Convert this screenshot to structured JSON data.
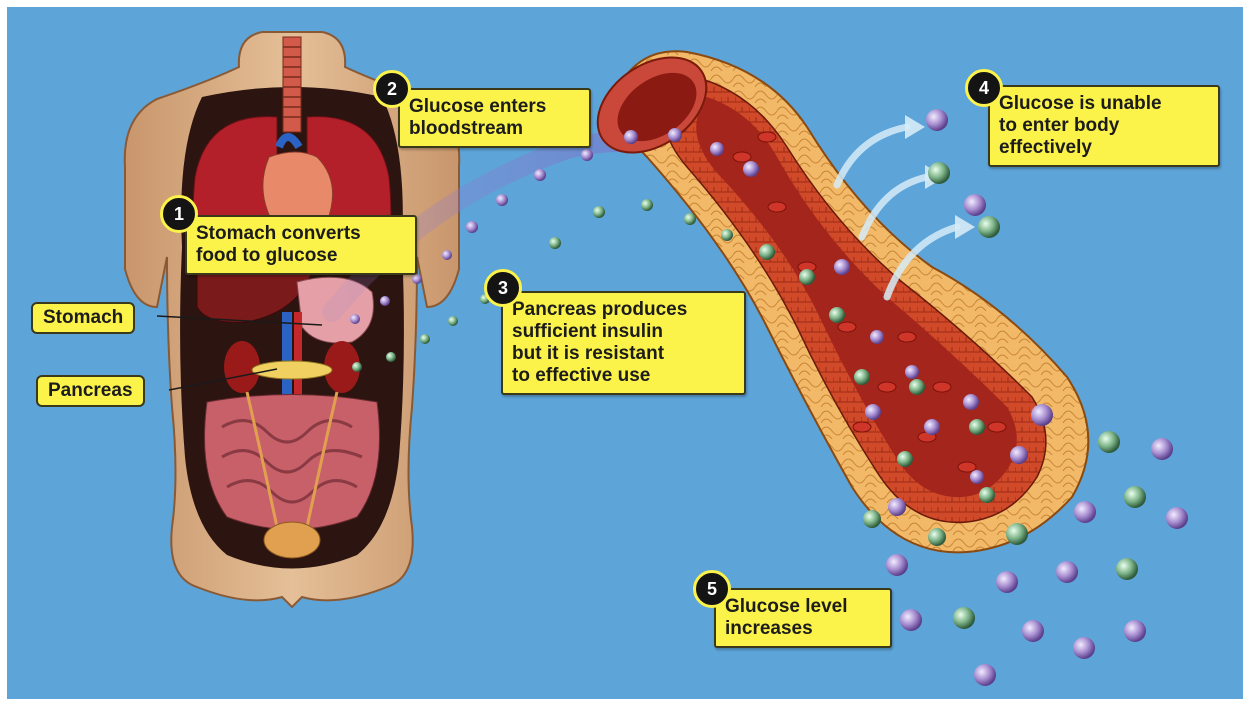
{
  "colors": {
    "background": "#5da4d9",
    "callout": "#fbf24a",
    "badge": "#141414",
    "glucose": "#a88fd1",
    "insulin": "#7fb58a",
    "vessel_outer": "#e8a85a",
    "vessel_inner": "#a4251b"
  },
  "steps": [
    {
      "number": "1",
      "text": "Stomach converts\nfood to glucose"
    },
    {
      "number": "2",
      "text": "Glucose enters\nbloodstream"
    },
    {
      "number": "3",
      "text": "Pancreas produces\nsufficient insulin\nbut it is resistant\nto effective use"
    },
    {
      "number": "4",
      "text": "Glucose is unable\nto enter body\neffectively"
    },
    {
      "number": "5",
      "text": "Glucose level\nincreases"
    }
  ],
  "organ_labels": {
    "stomach": "Stomach",
    "pancreas": "Pancreas"
  },
  "icons": {
    "torso": "human-torso-anatomy-illustration",
    "vessel": "blood-vessel-cross-section-illustration",
    "arrows": "glucose-escape-arrow-icon"
  }
}
